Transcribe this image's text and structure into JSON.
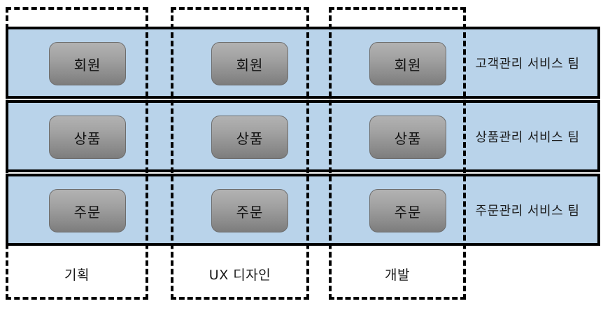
{
  "diagram": {
    "title_hidden": "",
    "colors": {
      "lane_fill": "#b9d3ea",
      "lane_border": "#000000",
      "node_top": "#b2b2b2",
      "node_bottom": "#7d7d7d",
      "node_border": "#6d6d6d",
      "dashed_border": "#000000",
      "text": "#1a1a1a",
      "background": "#ffffff"
    },
    "lanes": [
      {
        "id": "customer-service-lane",
        "team_label": "고객관리 서비스 팀",
        "nodes": [
          {
            "label": "회원",
            "column": "기획"
          },
          {
            "label": "회원",
            "column": "UX 디자인"
          },
          {
            "label": "회원",
            "column": "개발"
          }
        ]
      },
      {
        "id": "product-service-lane",
        "team_label": "상품관리 서비스 팀",
        "nodes": [
          {
            "label": "상품",
            "column": "기획"
          },
          {
            "label": "상품",
            "column": "UX 디자인"
          },
          {
            "label": "상품",
            "column": "개발"
          }
        ]
      },
      {
        "id": "order-service-lane",
        "team_label": "주문관리 서비스 팀",
        "nodes": [
          {
            "label": "주문",
            "column": "기획"
          },
          {
            "label": "주문",
            "column": "UX 디자인"
          },
          {
            "label": "주문",
            "column": "개발"
          }
        ]
      }
    ],
    "phases": [
      {
        "id": "phase-planning",
        "label": "기획"
      },
      {
        "id": "phase-ux-design",
        "label": "UX 디자인"
      },
      {
        "id": "phase-development",
        "label": "개발"
      }
    ]
  }
}
